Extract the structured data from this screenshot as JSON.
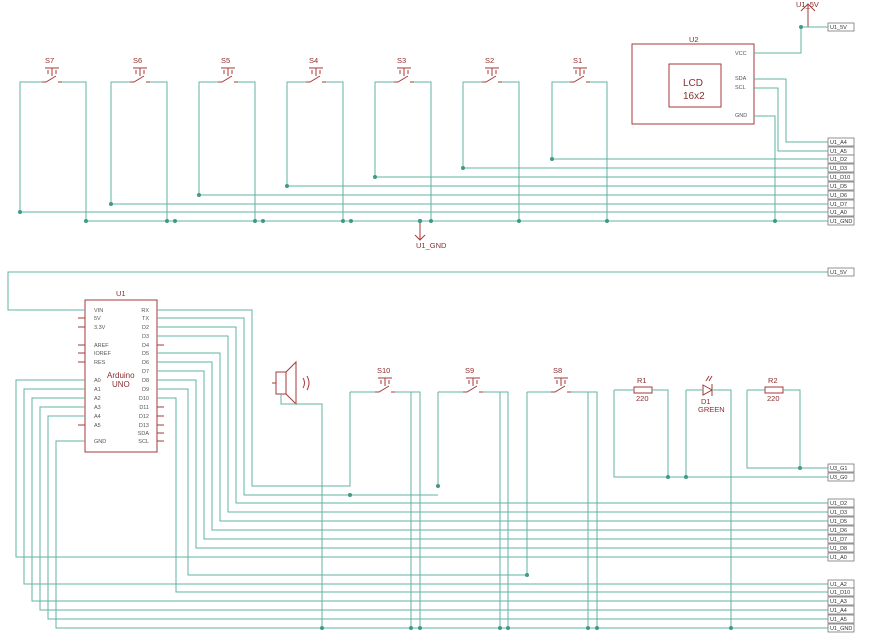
{
  "power": {
    "u1_5v": "U1_5V",
    "u1_gnd": "U1_GND"
  },
  "top_buttons": [
    "S7",
    "S6",
    "S5",
    "S4",
    "S3",
    "S2",
    "S1"
  ],
  "lcd": {
    "ref": "U2",
    "line1": "LCD",
    "line2": "16x2",
    "pins": [
      "VCC",
      "SDA",
      "SCL",
      "GND"
    ]
  },
  "top_nets": [
    "U1_5V",
    "U1_A4",
    "U1_A5",
    "U1_D2",
    "U1_D3",
    "U1_D10",
    "U1_D5",
    "U1_D6",
    "U1_D7",
    "U1_A0",
    "U1_GND"
  ],
  "arduino": {
    "ref": "U1",
    "name1": "Arduino",
    "name2": "UNO",
    "left_pins": [
      "VIN",
      "5V",
      "3.3V",
      "AREF",
      "IOREF",
      "RES",
      "A0",
      "A1",
      "A2",
      "A3",
      "A4",
      "A5",
      "GND"
    ],
    "right_pins": [
      "RX",
      "TX",
      "D2",
      "D3",
      "D4",
      "D5",
      "D6",
      "D7",
      "D8",
      "D9",
      "D10",
      "D11",
      "D12",
      "D13",
      "SDA",
      "SCL"
    ]
  },
  "bottom_buttons": [
    "S10",
    "S9",
    "S8"
  ],
  "r1": {
    "ref": "R1",
    "value": "220"
  },
  "d1": {
    "ref": "D1",
    "value": "GREEN"
  },
  "r2": {
    "ref": "R2",
    "value": "220"
  },
  "bottom_nets": [
    "U1_5V",
    "U3_G1",
    "U3_G0",
    "U1_D2",
    "U1_D3",
    "U1_D5",
    "U1_D6",
    "U1_D7",
    "U1_D8",
    "U1_A0",
    "U1_A2",
    "U1_D10",
    "U1_A3",
    "U1_A4",
    "U1_A5",
    "U1_GND"
  ]
}
